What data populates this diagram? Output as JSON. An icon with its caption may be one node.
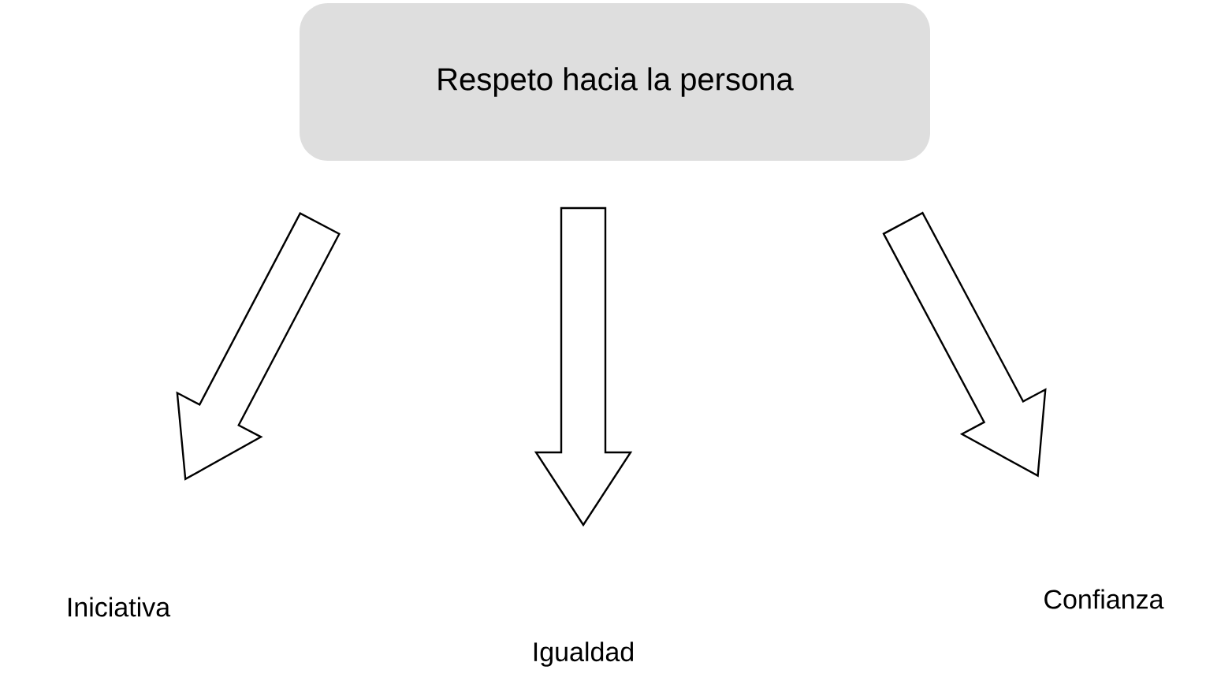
{
  "diagram": {
    "nodes": [
      {
        "text": [
          "Respeto hacia la persona"
        ]
      },
      {
        "text": [
          "Iniciativa"
        ]
      },
      {
        "text": [
          "Igualdad"
        ]
      },
      {
        "text": [
          "Confianza"
        ]
      }
    ],
    "edges": [
      {
        "from": 0,
        "to": 1,
        "arrow": "to"
      },
      {
        "from": 0,
        "to": 2,
        "arrow": "to"
      },
      {
        "from": 0,
        "to": 3,
        "arrow": "to"
      }
    ]
  }
}
